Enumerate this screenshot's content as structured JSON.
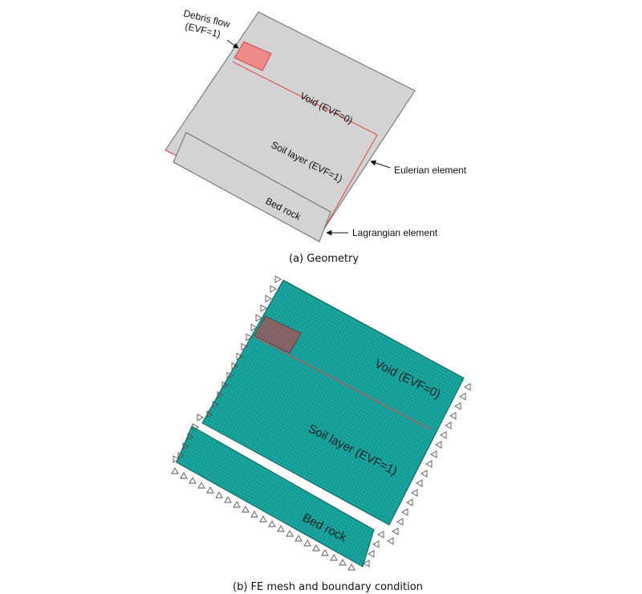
{
  "panel_a": {
    "debris_label_line1": "Debris flow",
    "debris_label_line2": "(EVF=1)",
    "void_label": "Void (EVF=0)",
    "soil_label": "Soil layer (EVF=1)",
    "bedrock_label": "Bed rock",
    "eulerian_label": "Eulerian element",
    "lagrangian_label": "Lagrangian element",
    "caption": "(a)  Geometry"
  },
  "panel_b": {
    "void_label": "Void (EVF=0)",
    "soil_label": "Soil layer (EVF=1)",
    "bedrock_label": "Bed rock",
    "caption": "(b) FE mesh and boundary condition"
  },
  "colors": {
    "domain_fill": "#d3d3d3",
    "debris_fill": "#f08a8a",
    "interface_line": "#e05050",
    "mesh_fill": "#1aa8a3",
    "mesh_line": "#0b5f5c",
    "debris_mesh_fill": "#8a6a6a"
  }
}
